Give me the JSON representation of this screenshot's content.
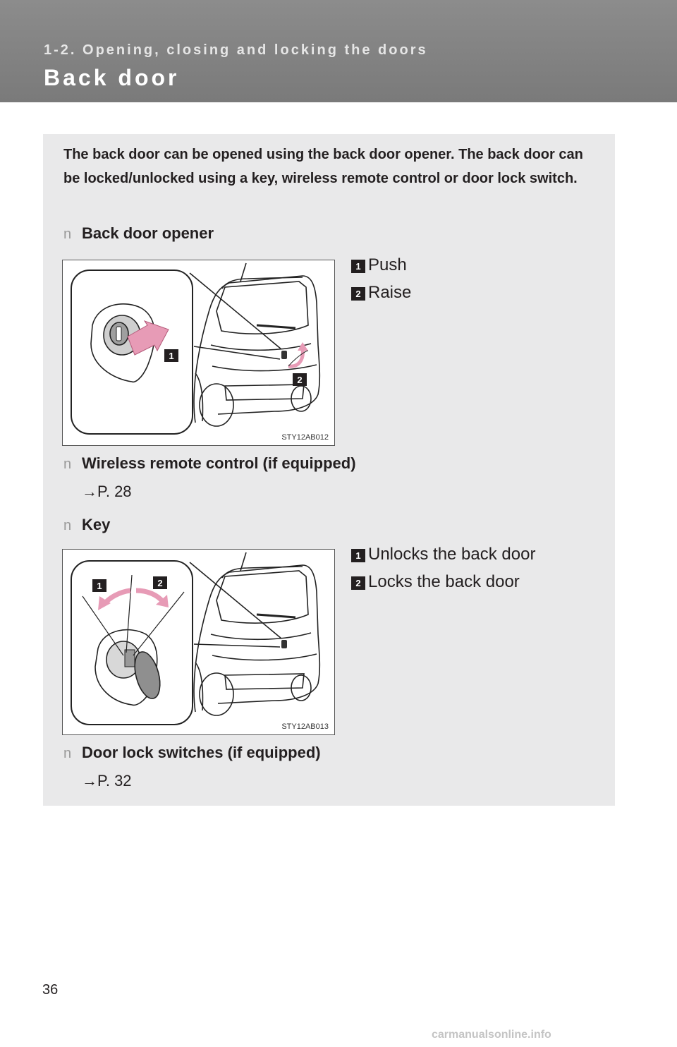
{
  "header": {
    "section": "1-2. Opening, closing and locking the doors",
    "title": "Back door"
  },
  "intro": "The back door can be opened using the back door opener. The back door can be locked/unlocked using a key, wireless remote control or door lock switch.",
  "bullet_glyph": "n",
  "sections": {
    "opener": {
      "heading": "Back door opener",
      "figure_code": "STY12AB012",
      "steps": [
        {
          "num": "1",
          "text": "Push"
        },
        {
          "num": "2",
          "text": "Raise"
        }
      ]
    },
    "remote": {
      "heading": "Wireless remote control (if equipped)",
      "ref": "→P. 28"
    },
    "key": {
      "heading": "Key",
      "figure_code": "STY12AB013",
      "steps": [
        {
          "num": "1",
          "text": "Unlocks the back door"
        },
        {
          "num": "2",
          "text": "Locks the back door"
        }
      ]
    },
    "switch": {
      "heading": "Door lock switches (if equipped)",
      "ref": "→P. 32"
    }
  },
  "page_number": "36",
  "watermark": "carmanualsonline.info",
  "colors": {
    "header_bg": "#808080",
    "panel_bg": "#e9e9ea",
    "arrow_pink": "#e79bb6"
  }
}
